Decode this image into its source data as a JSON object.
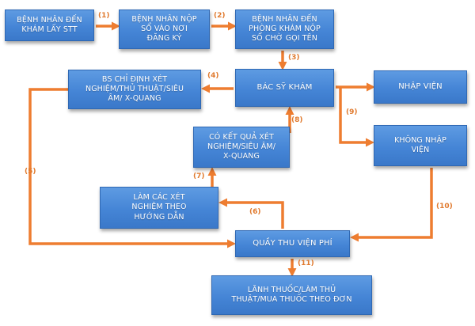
{
  "nodes": {
    "n1": {
      "lines": [
        "BỆNH NHÂN ĐẾN",
        "KHÁM LẤY STT"
      ]
    },
    "n2": {
      "lines": [
        "BỆNH NHÂN NỘP",
        "SỔ VÀO NƠI",
        "ĐĂNG KÝ"
      ]
    },
    "n3": {
      "lines": [
        "BỆNH NHÂN ĐẾN",
        "PHÒNG KHÁM NỘP",
        "SỔ CHỜ GỌI TÊN"
      ]
    },
    "n4": {
      "lines": [
        "BÁC SỸ KHÁM"
      ]
    },
    "n5": {
      "lines": [
        "BS CHỈ ĐỊNH XÉT",
        "NGHIỆM/THỦ THUẬT/SIÊU",
        "ÂM/ X-QUANG"
      ]
    },
    "n6": {
      "lines": [
        "NHẬP VIỆN"
      ]
    },
    "n7": {
      "lines": [
        "KHÔNG NHẬP",
        "VIỆN"
      ]
    },
    "n8": {
      "lines": [
        "CÓ KẾT QUẢ XÉT",
        "NGHIỆM/SIÊU ÂM/",
        "X-QUANG"
      ]
    },
    "n9": {
      "lines": [
        "LÀM CÁC XÉT",
        "NGHIỆM THEO",
        "HƯỚNG DẪN"
      ]
    },
    "n10": {
      "lines": [
        "QUẦY THU VIỆN PHÍ"
      ]
    },
    "n11": {
      "lines": [
        "LÃNH THUỐC/LÀM THỦ",
        "THUẬT/MUA THUỐC THEO ĐƠN"
      ]
    }
  },
  "steps": {
    "s1": "(1)",
    "s2": "(2)",
    "s3": "(3)",
    "s4": "(4)",
    "s5": "(5)",
    "s6": "(6)",
    "s7": "(7)",
    "s8": "(8)",
    "s9": "(9)",
    "s10": "(10)",
    "s11": "(11)"
  },
  "colors": {
    "node_fill": "#4a8ad9",
    "node_border": "#2f68b3",
    "node_text": "#ffffff",
    "arrow": "#ee7d30",
    "step_label": "#e07a2e"
  }
}
